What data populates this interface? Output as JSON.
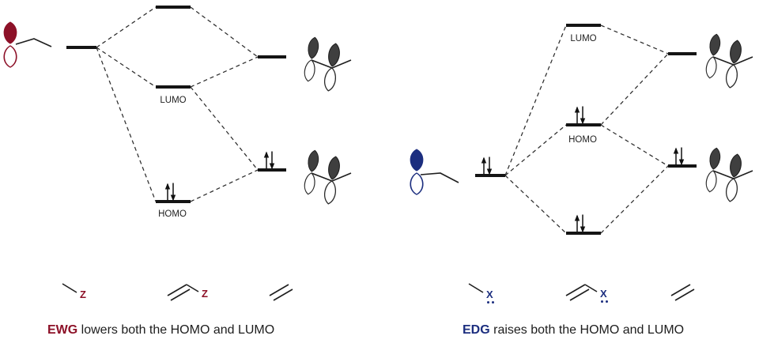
{
  "palette": {
    "ewg_accent": "#8D1128",
    "edg_accent": "#1C2E7F",
    "ink": "#141414",
    "orbital_lobe_dark": "#3f3f3f"
  },
  "ewg_diagram": {
    "lumo_label": "LUMO",
    "homo_label": "HOMO",
    "substituent_symbol": "Z",
    "molecule_alkyl_label": "Z",
    "molecule_vinyl_label": "Z",
    "caption": {
      "lead": "EWG",
      "rest": " lowers both the HOMO and LUMO"
    }
  },
  "edg_diagram": {
    "lumo_label": "LUMO",
    "homo_label": "HOMO",
    "substituent_symbol": "X",
    "molecule_alkyl_label": "X",
    "molecule_vinyl_label": "X",
    "caption": {
      "lead": "EDG",
      "rest": " raises both the HOMO and LUMO"
    }
  }
}
